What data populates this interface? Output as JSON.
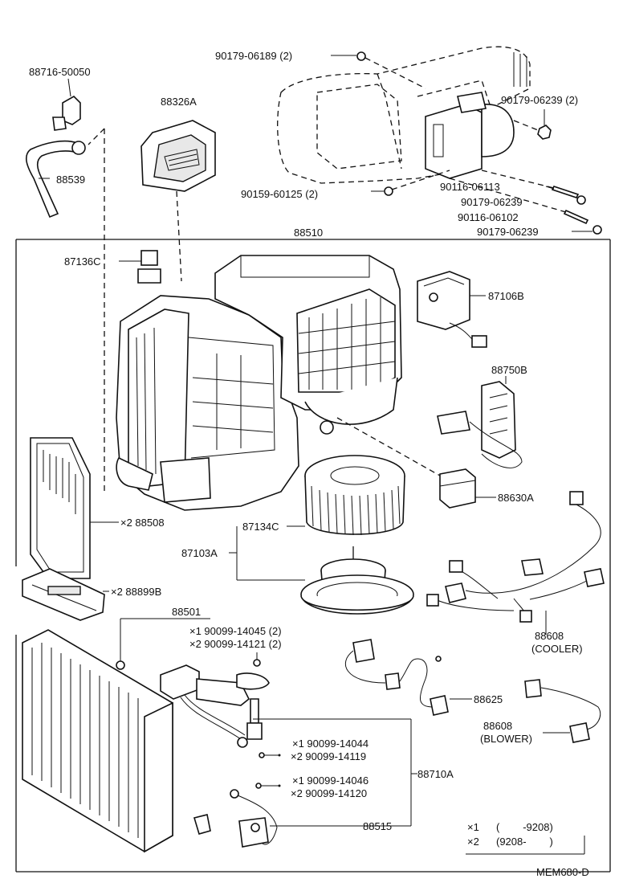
{
  "labels": {
    "p90179_06189": "90179-06189 (2)",
    "p88716_50050": "88716-50050",
    "p88326A": "88326A",
    "p88539": "88539",
    "p90179_06239a": "90179-06239 (2)",
    "p90159_60125": "90159-60125 (2)",
    "p90116_06113": "90116-06113",
    "p90179_06239b": "90179-06239",
    "p90116_06102": "90116-06102",
    "p90179_06239c": "90179-06239",
    "p88510": "88510",
    "p87136C": "87136C",
    "p87106B": "87106B",
    "p88750B": "88750B",
    "p88630A": "88630A",
    "p88508": "×2  88508",
    "p87134C": "87134C",
    "p87103A": "87103A",
    "p88899B": "×2  88899B",
    "p88501": "88501",
    "p90099_14045": "×1  90099-14045 (2)",
    "p90099_14121": "×2  90099-14121 (2)",
    "p88608c": "88608",
    "p88608c_sub": "(COOLER)",
    "p88625": "88625",
    "p88608b": "88608",
    "p88608b_sub": "(BLOWER)",
    "p90099_14044": "×1  90099-14044",
    "p90099_14119": "×2  90099-14119",
    "p88710A": "88710A",
    "p90099_14046": "×1  90099-14046",
    "p90099_14120": "×2  90099-14120",
    "p88515": "88515",
    "legend1_mark": "×1",
    "legend1_range": "(        -9208)",
    "legend2_mark": "×2",
    "legend2_range": "(9208-        )",
    "code": "MEM680-D"
  }
}
